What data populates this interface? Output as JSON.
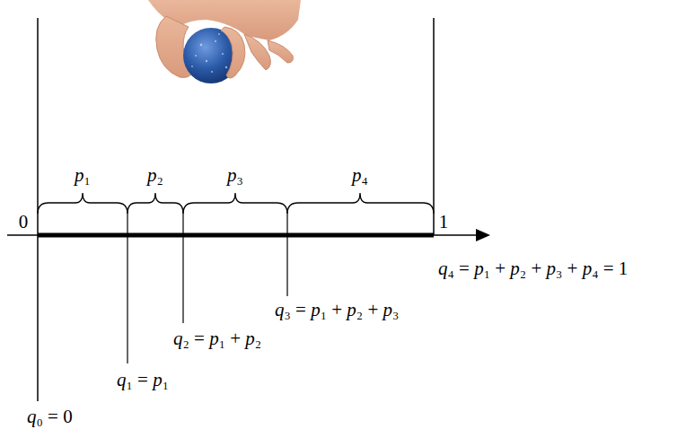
{
  "diagram": {
    "labels": [
      "p₁",
      "p₂",
      "p₃",
      "p₄",
      "0",
      "1",
      "q₄ = p₁ + p₂ + p₃ + p₄ = 1",
      "q₃ = p₁ + p₂ + p₃",
      "q₂ = p₁ + p₂",
      "q₁ = p₁",
      "q₀ = 0"
    ]
  }
}
